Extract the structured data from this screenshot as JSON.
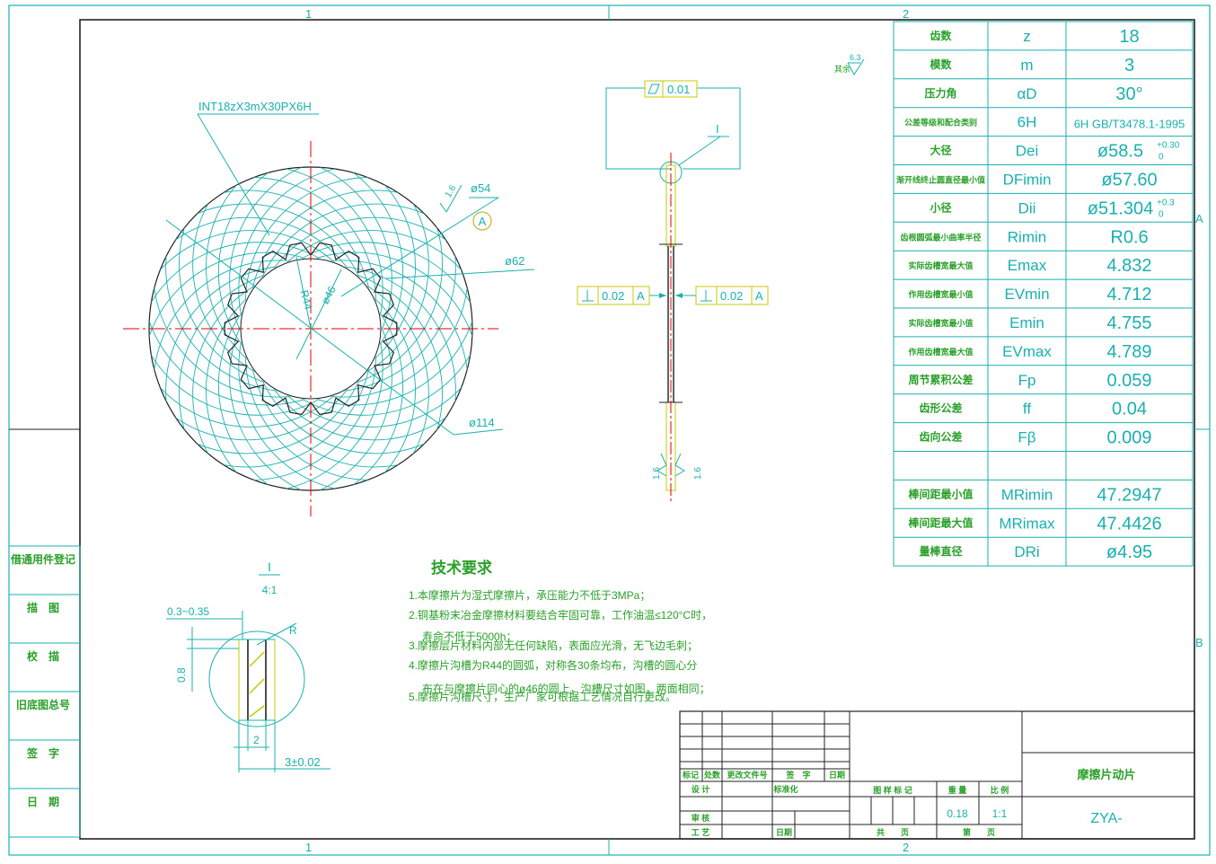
{
  "zone_labels": {
    "top_1": "1",
    "top_2": "2",
    "bottom_1": "1",
    "bottom_2": "2",
    "right_A": "A",
    "right_B": "B"
  },
  "main_view": {
    "spline_callout": "INT18zX3mX30PX6H",
    "dia_54": "ø54",
    "datum_a": "A",
    "dia_62": "ø62",
    "dia_46": "ø46",
    "r_44": "R44",
    "dia_114": "ø114",
    "roughness_16": "1.6"
  },
  "side_view": {
    "flatness_value": "0.01",
    "detail_ref": "I",
    "perp_left_value": "0.02",
    "perp_left_datum": "A",
    "perp_right_value": "0.02",
    "perp_right_datum": "A",
    "rough_left": "1.6",
    "rough_right": "1.6"
  },
  "roughness_general": {
    "prefix": "其余",
    "value": "6.3"
  },
  "spec_table": [
    {
      "label": "齿数",
      "sym": "z",
      "val": "18"
    },
    {
      "label": "模数",
      "sym": "m",
      "val": "3"
    },
    {
      "label": "压力角",
      "sym": "αD",
      "val": "30°"
    },
    {
      "label": "公差等级和配合类别",
      "sym": "6H",
      "val": "6H GB/T3478.1-1995"
    },
    {
      "label": "大径",
      "sym": "Dei",
      "val": "ø58.5",
      "tol_up": "+0.30",
      "tol_dn": "0"
    },
    {
      "label": "渐开线终止圆直径最小值",
      "sym": "DFimin",
      "val": "ø57.60"
    },
    {
      "label": "小径",
      "sym": "Dii",
      "val": "ø51.304",
      "tol_up": "+0.3",
      "tol_dn": "0"
    },
    {
      "label": "齿根圆弧最小曲率半径",
      "sym": "Rimin",
      "val": "R0.6"
    },
    {
      "label": "实际齿槽宽最大值",
      "sym": "Emax",
      "val": "4.832"
    },
    {
      "label": "作用齿槽宽最小值",
      "sym": "EVmin",
      "val": "4.712"
    },
    {
      "label": "实际齿槽宽最小值",
      "sym": "Emin",
      "val": "4.755"
    },
    {
      "label": "作用齿槽宽最大值",
      "sym": "EVmax",
      "val": "4.789"
    },
    {
      "label": "周节累积公差",
      "sym": "Fp",
      "val": "0.059"
    },
    {
      "label": "齿形公差",
      "sym": "ff",
      "val": "0.04"
    },
    {
      "label": "齿向公差",
      "sym": "Fβ",
      "val": "0.009"
    },
    {
      "label": "",
      "sym": "",
      "val": ""
    },
    {
      "label": "棒间距最小值",
      "sym": "MRimin",
      "val": "47.2947"
    },
    {
      "label": "棒间距最大值",
      "sym": "MRimax",
      "val": "47.4426"
    },
    {
      "label": "量棒直径",
      "sym": "DRi",
      "val": "ø4.95"
    }
  ],
  "detail_view": {
    "title": "I",
    "scale": "4:1",
    "dim_top": "0.3~0.35",
    "dim_r": "R",
    "dim_height": "0.8",
    "dim_2": "2",
    "dim_3": "3±0.02"
  },
  "tech_requirements": {
    "title": "技术要求",
    "items": [
      "1.本摩擦片为湿式摩擦片，承压能力不低于3MPa；",
      "2.铜基粉末冶金摩擦材料要结合牢固可靠，工作油温≤120°C时，",
      "寿命不低于5000h；",
      "3.摩擦层片材料内部无任何缺陷，表面应光滑，无飞边毛刺；",
      "4.摩擦片沟槽为R44的圆弧，对称各30条均布，沟槽的圆心分",
      "布在与摩擦片同心的ø46的圆上，沟槽尺寸如图，两面相同；",
      "5.摩擦片沟槽尺寸，生产厂家可根据工艺情况自行更改。"
    ]
  },
  "left_strip": [
    "借通用件登记",
    "描　图",
    "校　描",
    "旧底图总号",
    "签　字",
    "日　期"
  ],
  "title_block": {
    "headers": [
      "标记",
      "处数",
      "更改文件号",
      "签　字",
      "日期"
    ],
    "design": "设 计",
    "standardize": "标准化",
    "review": "审 核",
    "process": "工 艺",
    "date": "日期",
    "stage_mark": "图 样 标 记",
    "weight": "重 量",
    "scale": "比 例",
    "weight_val": "0.18",
    "scale_val": "1:1",
    "sheets_total": "共　　页",
    "sheet_no": "第　　页",
    "part_name": "摩擦片动片",
    "drawing_no": "ZYA-"
  }
}
